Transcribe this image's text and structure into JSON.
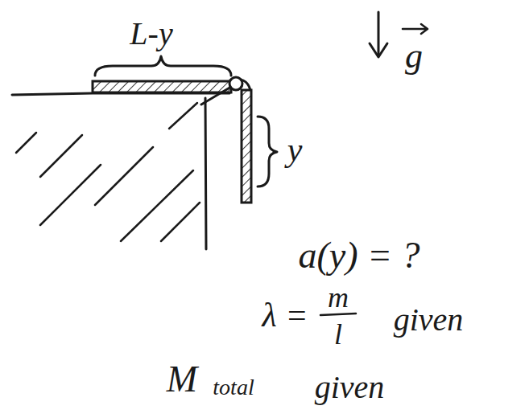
{
  "diagram": {
    "labels": [
      "L-y",
      "y",
      "g",
      "a(y) = ?",
      "λ =",
      "m",
      "l",
      "given",
      "M",
      "total",
      "given"
    ]
  }
}
